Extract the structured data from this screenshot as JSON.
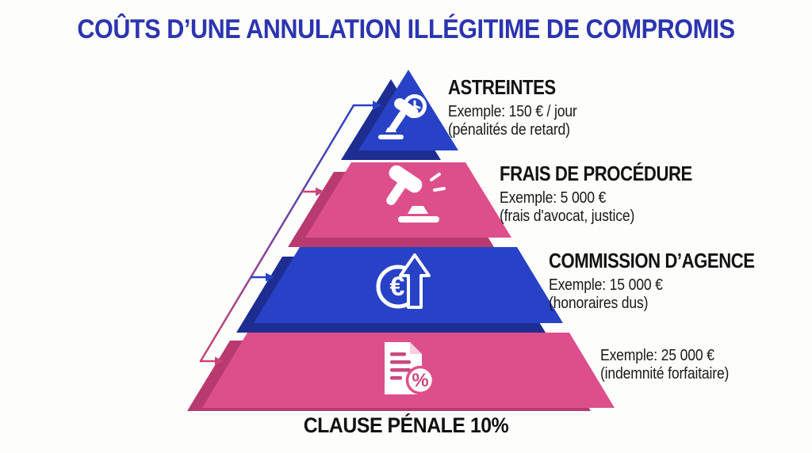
{
  "title": "COÛTS D’UNE ANNULATION ILLÉGITIME DE COMPROMIS",
  "colors": {
    "title": "#2b34b0",
    "blue": "#2742c6",
    "blue_dark": "#1d2d92",
    "pink": "#dd4f8b",
    "pink_dark": "#b83a6e",
    "pink_deep": "#c9487f",
    "connector_pink": "#cc4476",
    "icon": "#ffffff",
    "background": "#fdfdfb",
    "text": "#1a1a1a"
  },
  "levels": [
    {
      "id": "astreintes",
      "color": "blue",
      "icon": "gavel-clock-icon",
      "heading": "ASTREINTES",
      "example": "Exemple: 150 € / jour",
      "detail": "(pénalités de retard)"
    },
    {
      "id": "frais-de-procedure",
      "color": "pink",
      "icon": "gavel-icon",
      "heading": "FRAIS DE PROCÉDURE",
      "example": "Exemple: 5 000 €",
      "detail": "(frais d'avocat, justice)"
    },
    {
      "id": "commission-agence",
      "color": "blue",
      "icon": "euro-growth-icon",
      "heading": "COMMISSION D’AGENCE",
      "example": "Exemple: 15 000 €",
      "detail": "(honoraires dus)"
    },
    {
      "id": "clause-penale",
      "color": "pink",
      "icon": "document-percent-icon",
      "heading": "",
      "example": "Exemple: 25 000 €",
      "detail": "(indemnité forfaitaire)"
    }
  ],
  "base_label": "CLAUSE PÉNALE 10%"
}
